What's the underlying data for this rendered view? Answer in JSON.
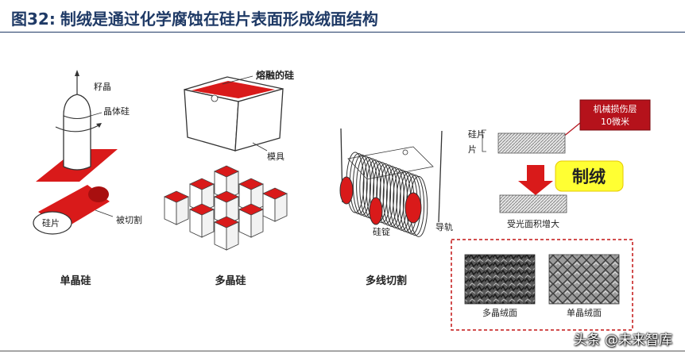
{
  "header": {
    "figure_label": "图32:",
    "title": "制绒是通过化学腐蚀在硅片表面形成绒面结构"
  },
  "diagram": {
    "mono": {
      "seed_crystal": "籽晶",
      "crystal_silicon": "晶体硅",
      "wafer": "硅片",
      "cut": "被切割",
      "caption": "单晶硅"
    },
    "poly": {
      "molten_silicon": "熔融的硅",
      "mold": "模具",
      "caption": "多晶硅"
    },
    "wire": {
      "silicon_rod": "硅锭",
      "guide_rail": "导轨",
      "caption": "多线切割"
    },
    "texture": {
      "wafer": "硅片",
      "damage_layer_line1": "机械损伤层",
      "damage_layer_line2": "10微米",
      "texturing": "制绒",
      "area_increase": "受光面积增大",
      "poly_texture": "多晶绒面",
      "mono_texture": "单晶绒面"
    }
  },
  "colors": {
    "title": "#1f3a66",
    "accent_red": "#d91a1a",
    "dark_red": "#a80f0f",
    "highlight_yellow": "#ffff33"
  },
  "watermark": "头条 @未来智库"
}
